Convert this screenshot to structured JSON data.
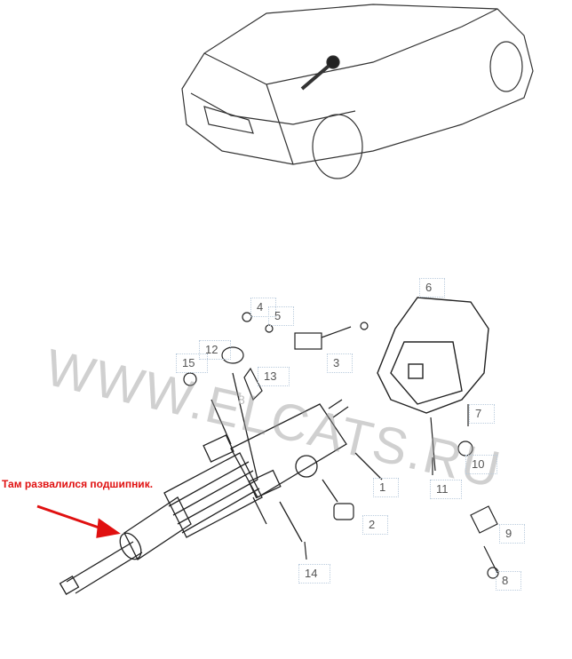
{
  "annotation": "Там развалился подшипник.",
  "watermark": "WWW.ELCATS.RU",
  "part_labels": [
    "1",
    "2",
    "3",
    "4",
    "5",
    "6",
    "7",
    "8",
    "9",
    "10",
    "11",
    "12",
    "13",
    "14",
    "15"
  ],
  "hidden_label": "8",
  "colors": {
    "annotation": "#e01010",
    "line": "#222222",
    "watermark": "#969696"
  }
}
